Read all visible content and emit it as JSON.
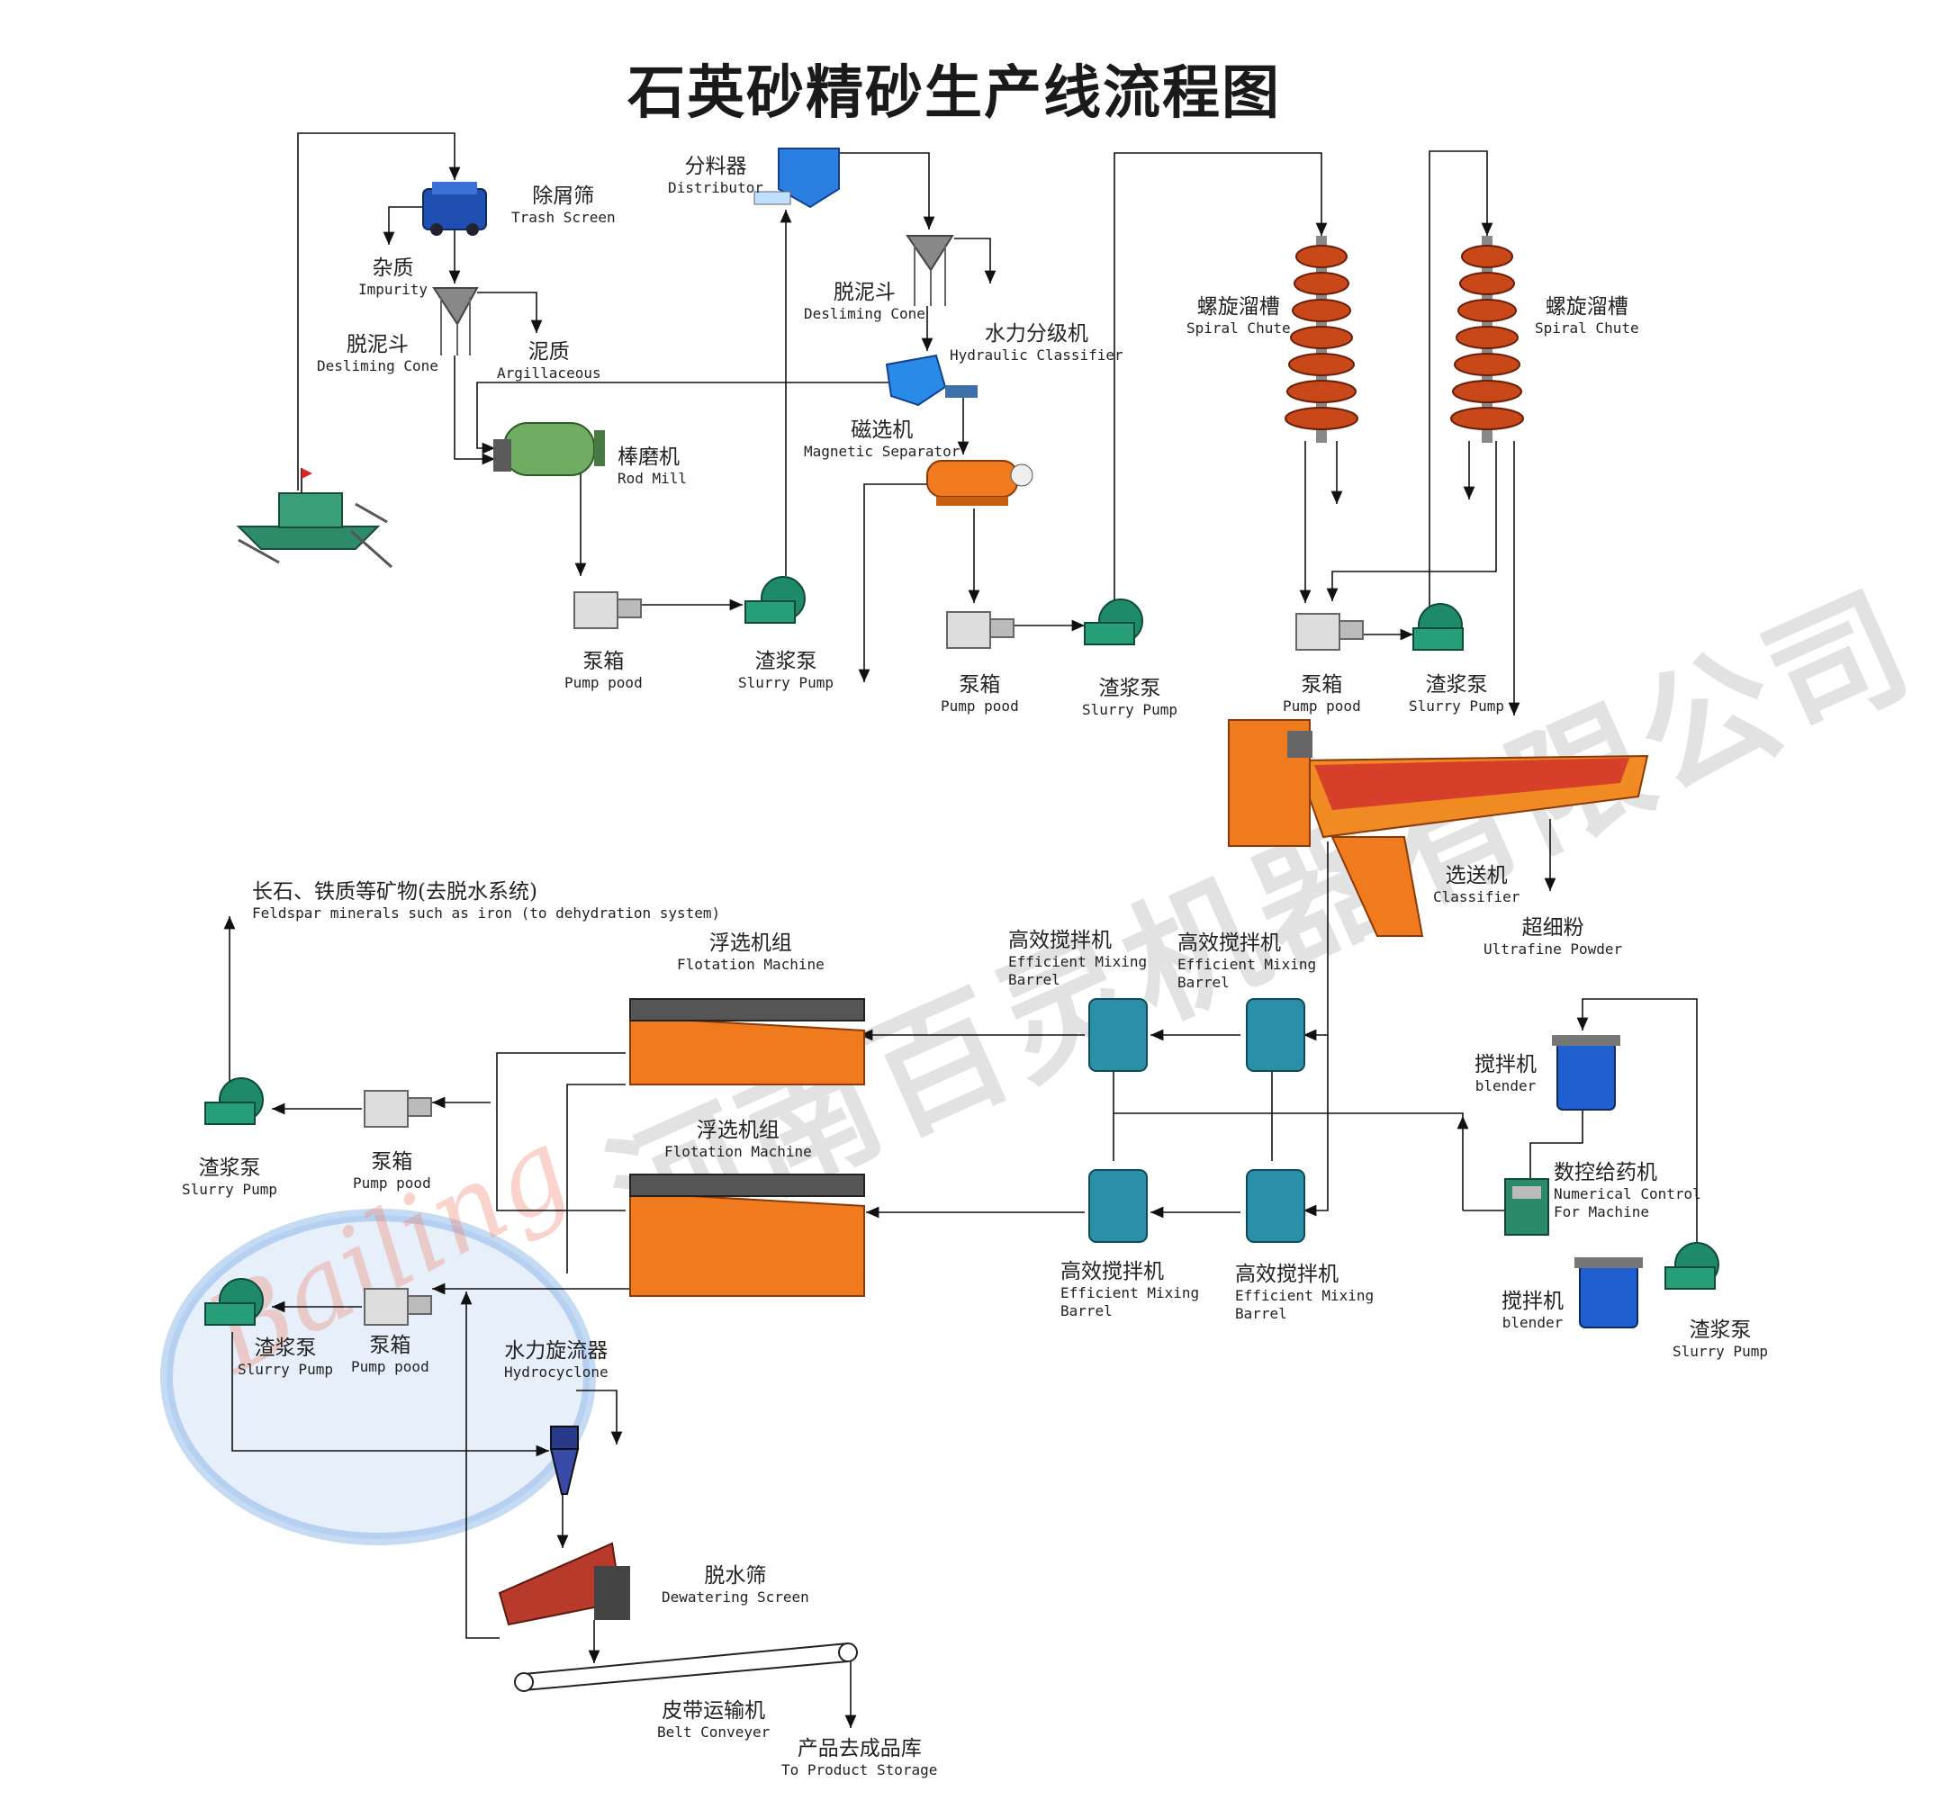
{
  "title": "石英砂精砂生产线流程图",
  "watermark": "河南百灵机器有限公司",
  "logo_text": "Bailing",
  "colors": {
    "pump_green": "#1f8a6a",
    "mill_green": "#7ab06a",
    "orange": "#f07a1e",
    "blue": "#1f6ed4",
    "cyan": "#2a90a8",
    "grey": "#8a8a8a"
  },
  "labels": {
    "trash_screen": {
      "cn": "除屑筛",
      "en": "Trash Screen"
    },
    "impurity": {
      "cn": "杂质",
      "en": "Impurity"
    },
    "desliming_cone_1": {
      "cn": "脱泥斗",
      "en": "Desliming Cone"
    },
    "argillaceous": {
      "cn": "泥质",
      "en": "Argillaceous"
    },
    "rod_mill": {
      "cn": "棒磨机",
      "en": "Rod Mill"
    },
    "pump_pood_1": {
      "cn": "泵箱",
      "en": "Pump pood"
    },
    "slurry_pump_1": {
      "cn": "渣浆泵",
      "en": "Slurry Pump"
    },
    "distributor": {
      "cn": "分料器",
      "en": "Distributor"
    },
    "desliming_cone_2": {
      "cn": "脱泥斗",
      "en": "Desliming Cone"
    },
    "hydraulic_classifier": {
      "cn": "水力分级机",
      "en": "Hydraulic Classifier"
    },
    "magnetic_separator": {
      "cn": "磁选机",
      "en": "Magnetic Separator"
    },
    "pump_pood_2": {
      "cn": "泵箱",
      "en": "Pump pood"
    },
    "slurry_pump_2": {
      "cn": "渣浆泵",
      "en": "Slurry Pump"
    },
    "spiral_chute_1": {
      "cn": "螺旋溜槽",
      "en": "Spiral Chute"
    },
    "spiral_chute_2": {
      "cn": "螺旋溜槽",
      "en": "Spiral Chute"
    },
    "pump_pood_3": {
      "cn": "泵箱",
      "en": "Pump pood"
    },
    "slurry_pump_3": {
      "cn": "渣浆泵",
      "en": "Slurry Pump"
    },
    "classifier": {
      "cn": "选送机",
      "en": "Classifier"
    },
    "ultrafine_powder": {
      "cn": "超细粉",
      "en": "Ultrafine Powder"
    },
    "feldspar": {
      "cn": "长石、铁质等矿物(去脱水系统)",
      "en": "Feldspar minerals such as iron (to dehydration system)"
    },
    "flotation_1": {
      "cn": "浮选机组",
      "en": "Flotation Machine"
    },
    "flotation_2": {
      "cn": "浮选机组",
      "en": "Flotation Machine"
    },
    "mixing_1": {
      "cn": "高效搅拌机",
      "en1": "Efficient Mixing",
      "en2": "Barrel"
    },
    "mixing_2": {
      "cn": "高效搅拌机",
      "en1": "Efficient Mixing",
      "en2": "Barrel"
    },
    "mixing_3": {
      "cn": "高效搅拌机",
      "en1": "Efficient Mixing",
      "en2": "Barrel"
    },
    "mixing_4": {
      "cn": "高效搅拌机",
      "en1": "Efficient Mixing",
      "en2": "Barrel"
    },
    "blender_1": {
      "cn": "搅拌机",
      "en": "blender"
    },
    "numerical_control": {
      "cn": "数控给药机",
      "en1": "Numerical Control",
      "en2": "For Machine"
    },
    "blender_2": {
      "cn": "搅拌机",
      "en": "blender"
    },
    "slurry_pump_4": {
      "cn": "渣浆泵",
      "en": "Slurry Pump"
    },
    "slurry_pump_5": {
      "cn": "渣浆泵",
      "en": "Slurry Pump"
    },
    "pump_pood_4": {
      "cn": "泵箱",
      "en": "Pump pood"
    },
    "slurry_pump_6": {
      "cn": "渣浆泵",
      "en": "Slurry Pump"
    },
    "pump_pood_5": {
      "cn": "泵箱",
      "en": "Pump pood"
    },
    "hydrocyclone": {
      "cn": "水力旋流器",
      "en": "Hydrocyclone"
    },
    "dewatering_screen": {
      "cn": "脱水筛",
      "en": "Dewatering Screen"
    },
    "belt_conveyer": {
      "cn": "皮带运输机",
      "en": "Belt Conveyer"
    },
    "product_storage": {
      "cn": "产品去成品库",
      "en": "To Product Storage"
    }
  }
}
